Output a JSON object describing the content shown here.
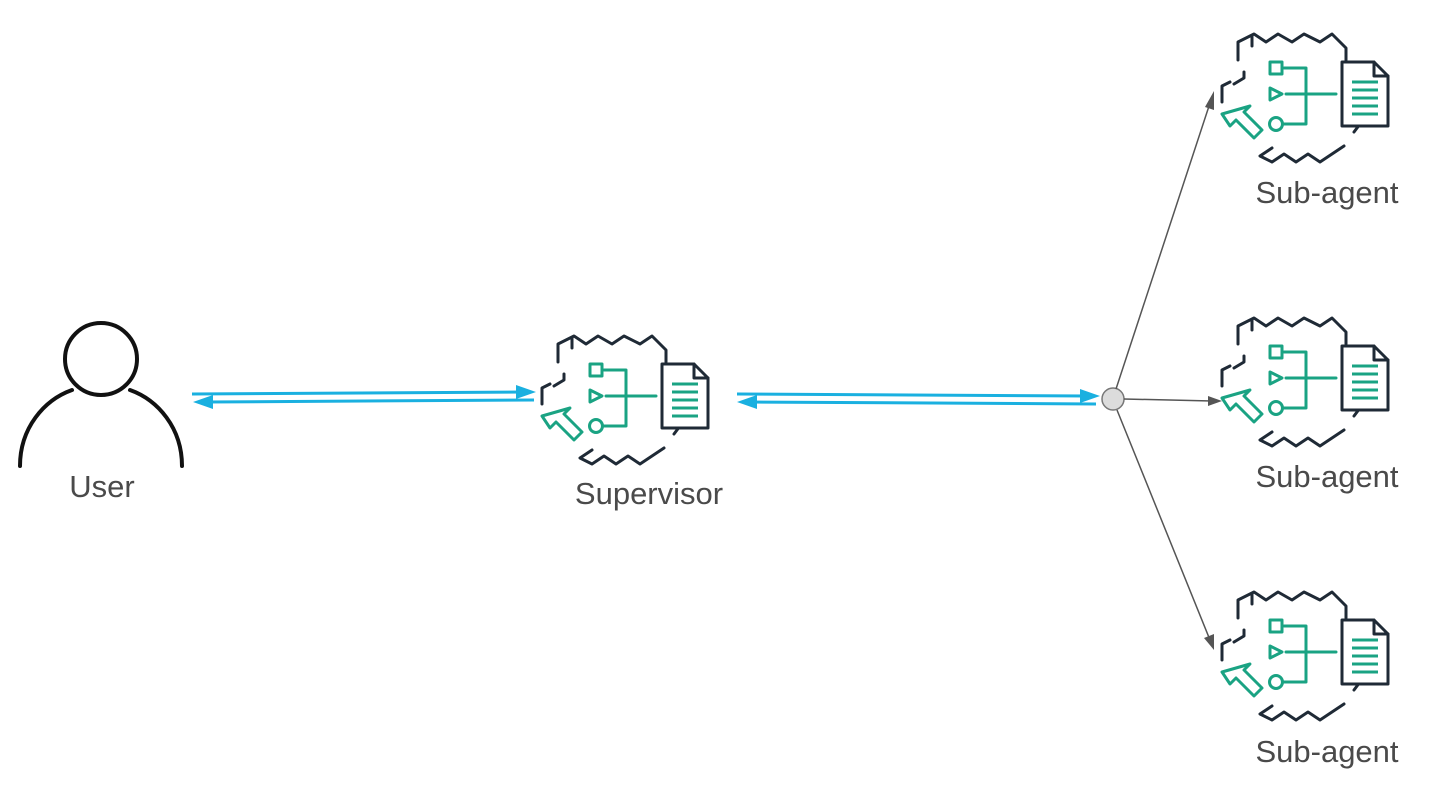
{
  "nodes": {
    "user": {
      "label": "User",
      "icon": "person-icon"
    },
    "supervisor": {
      "label": "Supervisor",
      "icon": "agent-icon"
    },
    "subagent_top": {
      "label": "Sub-agent",
      "icon": "agent-icon"
    },
    "subagent_middle": {
      "label": "Sub-agent",
      "icon": "agent-icon"
    },
    "subagent_bottom": {
      "label": "Sub-agent",
      "icon": "agent-icon"
    }
  },
  "edges": [
    {
      "from": "user",
      "to": "supervisor",
      "direction": "bidirectional"
    },
    {
      "from": "supervisor",
      "to": "router",
      "direction": "bidirectional"
    },
    {
      "from": "router",
      "to": "subagent_top",
      "direction": "forward"
    },
    {
      "from": "router",
      "to": "subagent_middle",
      "direction": "forward"
    },
    {
      "from": "router",
      "to": "subagent_bottom",
      "direction": "forward"
    }
  ],
  "colors": {
    "flow": "#1ab0e0",
    "accent": "#1aa383",
    "outline": "#1f2a36",
    "branch": "#555555",
    "label": "#4a4a4a"
  }
}
